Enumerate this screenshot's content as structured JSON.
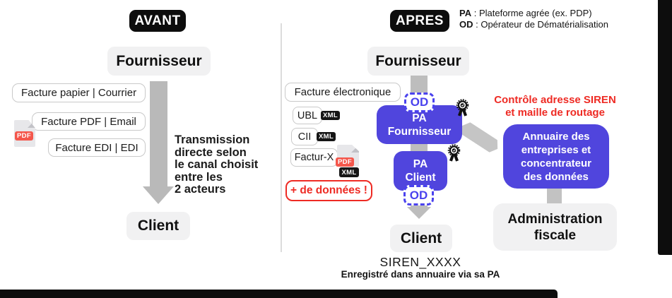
{
  "colors": {
    "purple": "#5045DD",
    "od_accent": "#4A42EE",
    "red": "#EE2B24",
    "black_bar": "#0D0D0D",
    "gray_box": "#F1F1F2",
    "arrow_gray": "#BBBBBB",
    "border_gray": "#C9C9C9"
  },
  "left": {
    "badge": "AVANT",
    "supplier": "Fournisseur",
    "client": "Client",
    "rows": [
      "Facture papier | Courrier",
      "Facture PDF | Email",
      "Facture EDI | EDI"
    ],
    "note": "Transmission\ndirecte selon\nle canal choisit\nentre les\n2 acteurs"
  },
  "right": {
    "badge": "APRES",
    "legend": [
      {
        "abbr": "PA",
        "rest": " : Plateforme agrée (ex. PDP)"
      },
      {
        "abbr": "OD",
        "rest": " : Opérateur de Dématérialisation"
      }
    ],
    "supplier": "Fournisseur",
    "client": "Client",
    "invoice_label": "Facture électronique",
    "formats": [
      {
        "name": "UBL"
      },
      {
        "name": "CII"
      },
      {
        "name": "Factur-X"
      }
    ],
    "more_data": "+ de données !",
    "od": "OD",
    "pa_supplier": "PA\nFournisseur",
    "pa_client": "PA\nClient",
    "control_note": "Contrôle adresse SIREN\net maille de routage",
    "annuaire": "Annuaire des\nentreprises et\nconcentrateur\ndes données",
    "administration": "Administration\nfiscale",
    "siren": "SIREN_XXXX",
    "siren_note": "Enregistré dans annuaire via sa PA"
  },
  "badges": {
    "pdf": "PDF",
    "xml": "XML"
  }
}
